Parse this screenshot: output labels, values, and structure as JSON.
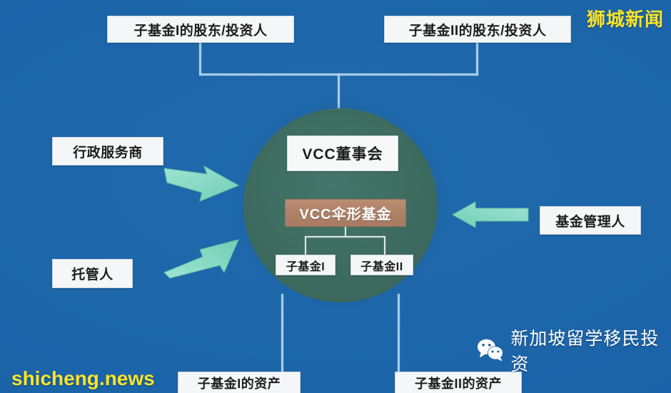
{
  "image": {
    "background_color": "#1b63a8",
    "circle_color": "#3d6b5f",
    "arrow_color": "#8fdcc6",
    "connector_color": "#a9cde6",
    "umbrella_box_color": "#ad8066",
    "watermark_color": "#fbe429"
  },
  "diagram": {
    "top_boxes": [
      {
        "label": "子基金I的股东/投资人"
      },
      {
        "label": "子基金II的股东/投资人"
      }
    ],
    "left_boxes": [
      {
        "label": "行政服务商"
      },
      {
        "label": "托管人"
      }
    ],
    "right_boxes": [
      {
        "label": "基金管理人"
      }
    ],
    "bottom_boxes": [
      {
        "label": "子基金I的资产"
      },
      {
        "label": "子基金II的资产"
      }
    ],
    "center": {
      "board_label": "VCC董事会",
      "umbrella_label": "VCC伞形基金",
      "sub_funds": [
        {
          "label": "子基金I"
        },
        {
          "label": "子基金II"
        }
      ]
    }
  },
  "watermarks": {
    "top_right": "狮城新闻",
    "bottom_left": "shicheng.news",
    "wechat_account": "新加坡留学移民投资"
  }
}
